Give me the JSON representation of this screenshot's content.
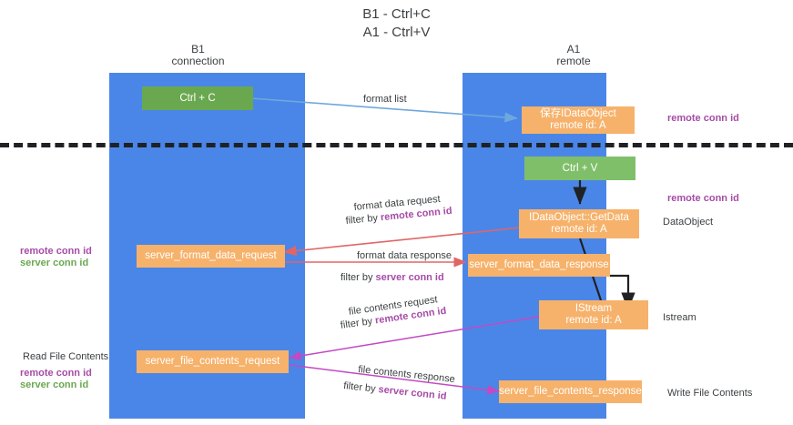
{
  "title": "B1 - Ctrl+C\nA1 - Ctrl+V",
  "columns": {
    "left": "B1\nconnection",
    "right": "A1\nremote"
  },
  "colors": {
    "lane": "#4a86e8",
    "green_box": "#6aa84f",
    "green_box_light": "#7fbf6a",
    "orange_box": "#f6b26b",
    "purple_text": "#a64ca6",
    "green_text": "#6aa84f",
    "blue_arrow": "#6fa8dc",
    "red_arrow": "#e06666",
    "black_arrow": "#202124",
    "magenta_arrow": "#c24ac2",
    "text": "#3c4043",
    "background": "#ffffff"
  },
  "boxes": {
    "ctrl_c": "Ctrl + C",
    "ctrl_v": "Ctrl + V",
    "save_idataobject": "保存IDataObject\nremote id: A",
    "idataobject_getdata": "IDataObject::GetData\nremote id: A",
    "istream": "IStream\nremote id: A",
    "server_format_data_request": "server_format_data_request",
    "server_format_data_response": "server_format_data_response",
    "server_file_contents_request": "server_file_contents_request",
    "server_file_contents_response": "server_file_contents_response"
  },
  "arrow_labels": {
    "format_list": "format list",
    "format_data_request": "format data request",
    "format_data_request_filter_prefix": "filter by ",
    "format_data_request_filter_key": "remote conn id",
    "format_data_response": "format data response",
    "format_data_response_filter_prefix": "filter by ",
    "format_data_response_filter_key": "server conn id",
    "file_contents_request": "file contents request",
    "file_contents_request_filter_prefix": "filter by ",
    "file_contents_request_filter_key": "remote conn id",
    "file_contents_response": "file contents response",
    "file_contents_response_filter_prefix": "filter by ",
    "file_contents_response_filter_key": "server conn id"
  },
  "side_labels": {
    "right_remote_conn_id_top": "remote conn id",
    "right_remote_conn_id_mid": "remote conn id",
    "right_dataobject": "DataObject",
    "right_istream": "Istream",
    "right_write_file_contents": "Write File Contents",
    "left_remote_conn_id": "remote conn id",
    "left_server_conn_id": "server conn id",
    "left_read_file_contents": "Read File Contents",
    "left_remote_conn_id_2": "remote conn id",
    "left_server_conn_id_2": "server conn id"
  }
}
